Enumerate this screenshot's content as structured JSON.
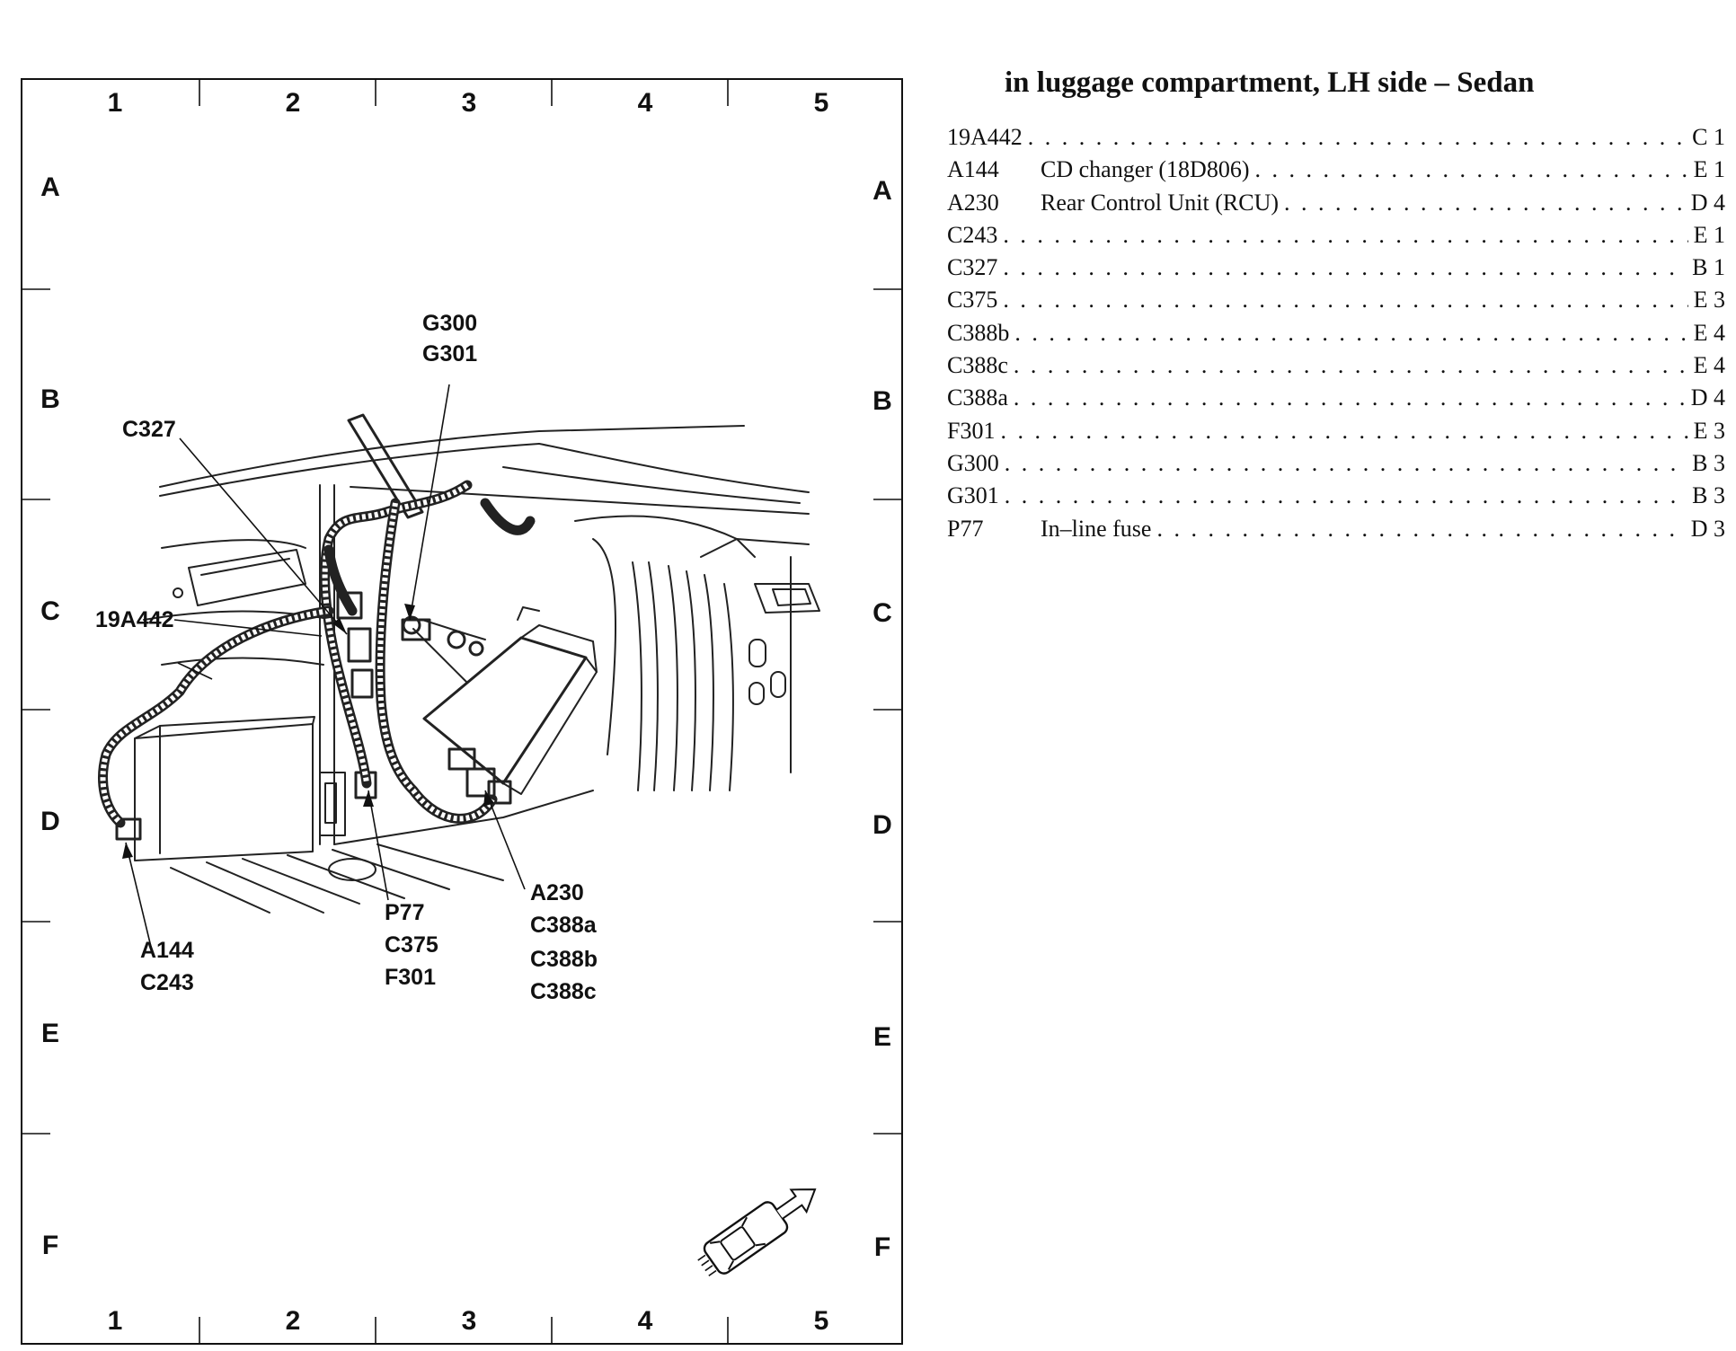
{
  "grid": {
    "columns_top": [
      "1",
      "2",
      "3",
      "4",
      "5"
    ],
    "columns_bottom": [
      "1",
      "2",
      "3",
      "4",
      "5"
    ],
    "rows_left": [
      "A",
      "B",
      "C",
      "D",
      "E",
      "F"
    ],
    "rows_right": [
      "A",
      "B",
      "C",
      "D",
      "E",
      "F"
    ]
  },
  "callouts": {
    "g300": "G300",
    "g301": "G301",
    "c327": "C327",
    "c19a442": "19A442",
    "a144": "A144",
    "c243": "C243",
    "p77": "P77",
    "c375": "C375",
    "f301": "F301",
    "a230": "A230",
    "c388a": "C388a",
    "c388b": "C388b",
    "c388c": "C388c"
  },
  "icons": {
    "vehicle_direction": "vehicle-front-arrow-icon"
  },
  "index": {
    "title": "in luggage compartment, LH side – Sedan",
    "rows": [
      {
        "code": "19A442",
        "desc": "",
        "location": "C 1"
      },
      {
        "code": "A144",
        "desc": "CD changer (18D806)",
        "location": "E 1"
      },
      {
        "code": "A230",
        "desc": "Rear Control Unit (RCU)",
        "location": "D 4"
      },
      {
        "code": "C243",
        "desc": "",
        "location": "E 1"
      },
      {
        "code": "C327",
        "desc": "",
        "location": "B 1"
      },
      {
        "code": "C375",
        "desc": "",
        "location": "E 3"
      },
      {
        "code": "C388b",
        "desc": "",
        "location": "E 4"
      },
      {
        "code": "C388c",
        "desc": "",
        "location": "E 4"
      },
      {
        "code": "C388a",
        "desc": "",
        "location": "D 4"
      },
      {
        "code": "F301",
        "desc": "",
        "location": "E 3"
      },
      {
        "code": "G300",
        "desc": "",
        "location": "B 3"
      },
      {
        "code": "G301",
        "desc": "",
        "location": "B 3"
      },
      {
        "code": "P77",
        "desc": "In–line fuse",
        "location": "D 3"
      }
    ]
  }
}
